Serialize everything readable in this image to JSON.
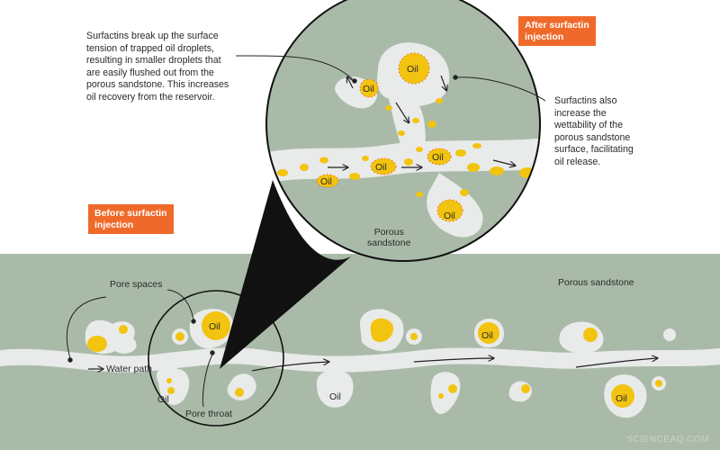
{
  "annotations": {
    "surfactin_breakup": "Surfactins break up the surface\ntension of trapped oil droplets,\nresulting in smaller droplets that\nare easily flushed out from the\nporous sandstone. This increases\noil recovery from the reservoir.",
    "wettability": "Surfactins also\nincrease the\nwettability of the\nporous sandstone\nsurface, facilitating\noil release."
  },
  "badges": {
    "after": "After surfactin\ninjection",
    "before": "Before surfactin\ninjection"
  },
  "labels": {
    "porous_sandstone_zoom": "Porous\nsandstone",
    "porous_sandstone": "Porous sandstone",
    "pore_spaces": "Pore spaces",
    "water_path": "Water path",
    "pore_throat": "Pore throat",
    "oil": "Oil"
  },
  "credit": "SCIENCEAQ.COM",
  "colors": {
    "sandstone": "#a9bba8",
    "pore": "#e9eaea",
    "oil": "#f2c40f",
    "accent": "#ef6a2a",
    "line": "#222222"
  }
}
